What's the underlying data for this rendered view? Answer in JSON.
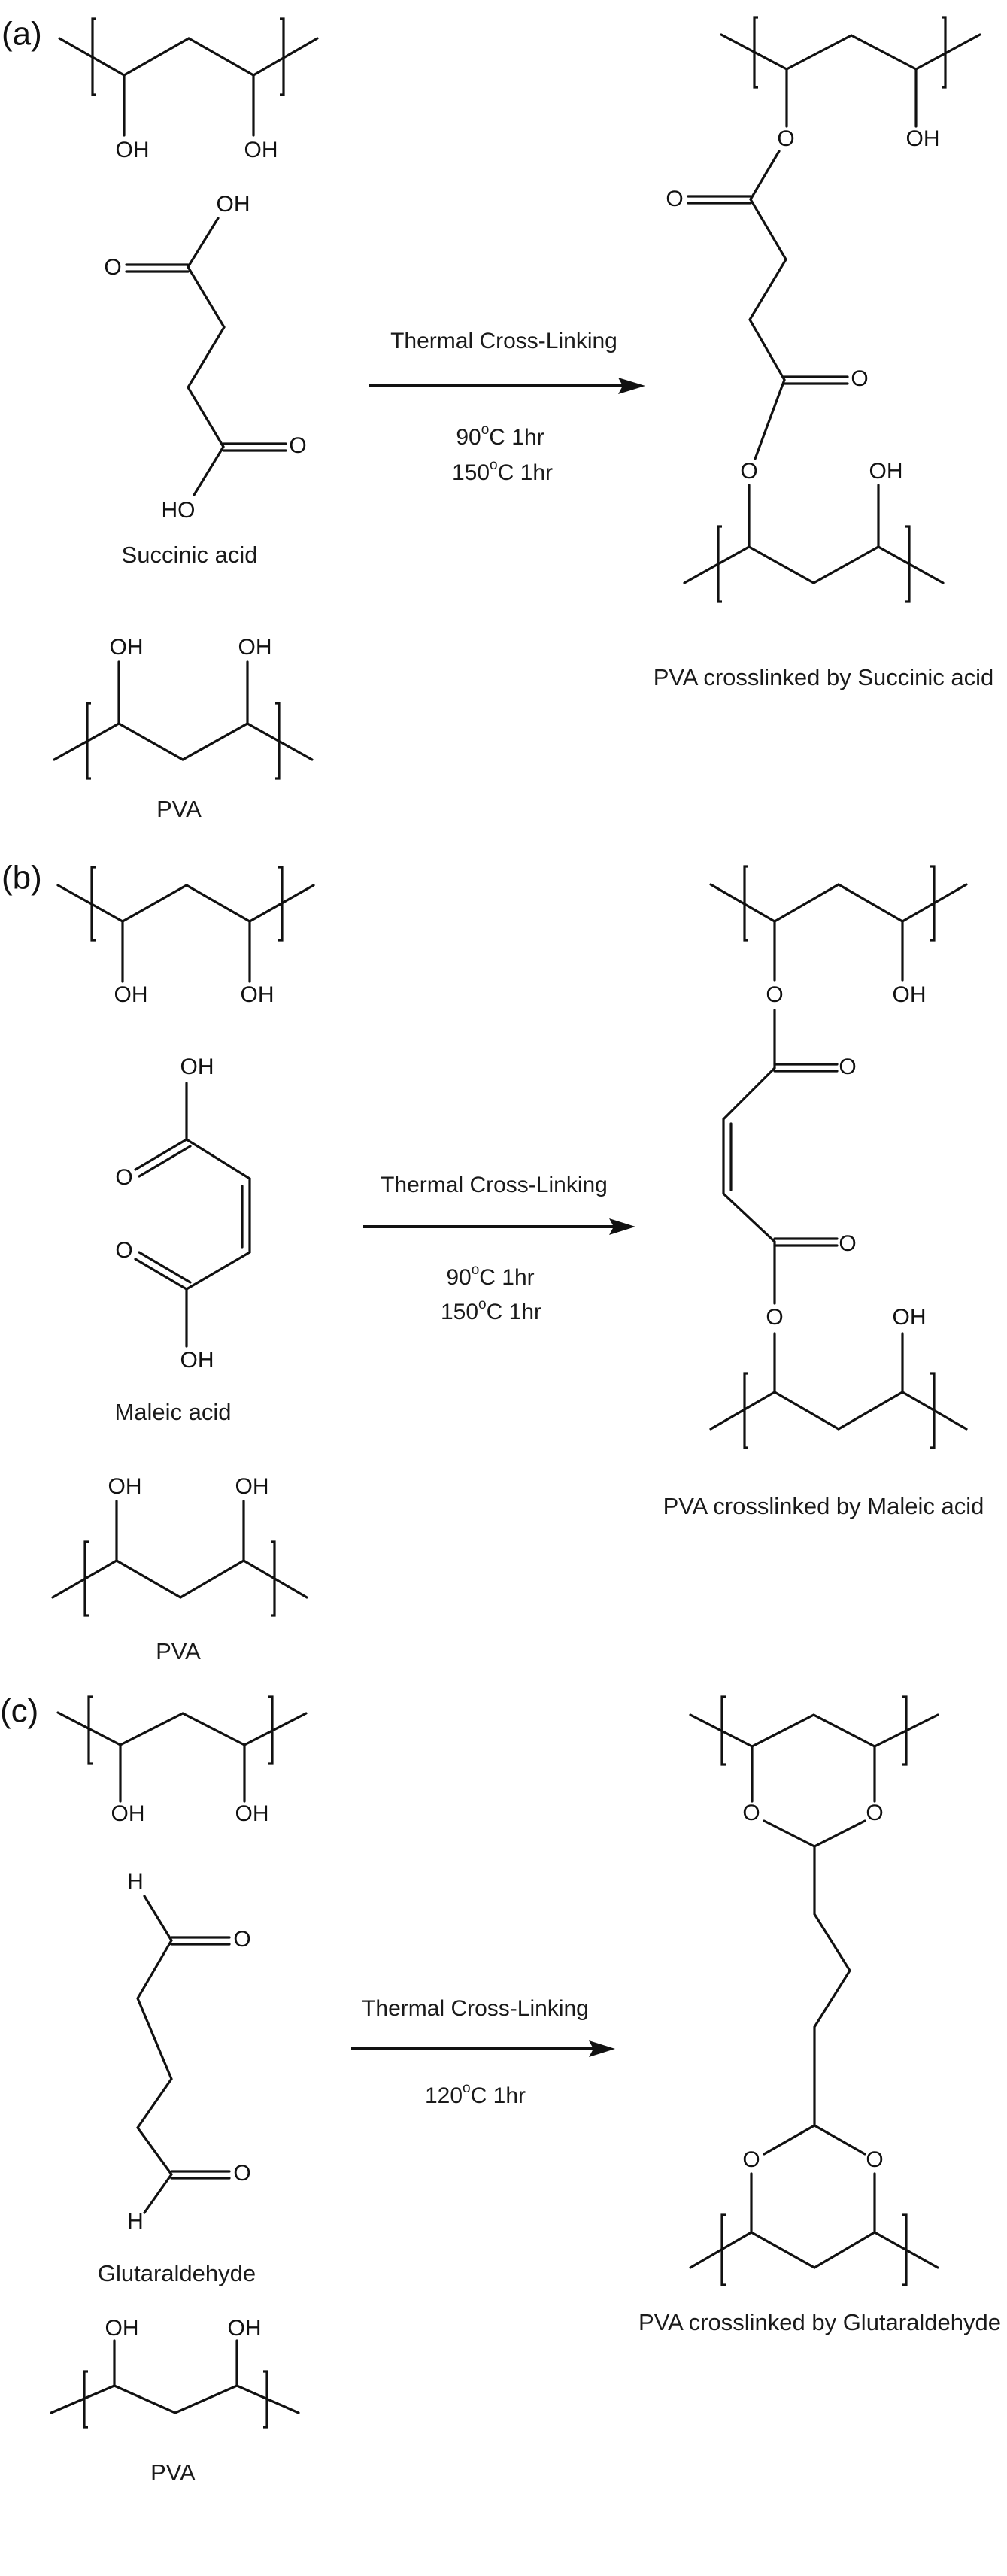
{
  "figure": {
    "panels": [
      {
        "id": "a",
        "label": "(a)",
        "reactants": {
          "pva_top": {
            "oh_labels": [
              "OH",
              "OH"
            ]
          },
          "crosslinker": {
            "name": "Succinic acid",
            "atoms": {
              "oh_top": "OH",
              "o_top": "O",
              "o_bottom": "O",
              "ho_bottom": "HO"
            }
          },
          "pva_bottom": {
            "oh_labels": [
              "OH",
              "OH"
            ],
            "name": "PVA"
          }
        },
        "conditions": {
          "title": "Thermal Cross-Linking",
          "steps": [
            {
              "temp": "90",
              "unit": "C",
              "time": "1hr"
            },
            {
              "temp": "150",
              "unit": "C",
              "time": "1hr"
            }
          ]
        },
        "product": {
          "name": "PVA crosslinked by Succinic acid",
          "atoms": {
            "o_ester_top": "O",
            "oh_top": "OH",
            "o_carbonyl_top": "O",
            "o_carbonyl_bottom": "O",
            "o_ester_bottom": "O",
            "oh_bottom": "OH"
          }
        }
      },
      {
        "id": "b",
        "label": "(b)",
        "reactants": {
          "pva_top": {
            "oh_labels": [
              "OH",
              "OH"
            ]
          },
          "crosslinker": {
            "name": "Maleic acid",
            "atoms": {
              "oh_top": "OH",
              "o_top": "O",
              "o_bottom": "O",
              "oh_bottom": "OH"
            }
          },
          "pva_bottom": {
            "oh_labels": [
              "OH",
              "OH"
            ],
            "name": "PVA"
          }
        },
        "conditions": {
          "title": "Thermal Cross-Linking",
          "steps": [
            {
              "temp": "90",
              "unit": "C",
              "time": "1hr"
            },
            {
              "temp": "150",
              "unit": "C",
              "time": "1hr"
            }
          ]
        },
        "product": {
          "name": "PVA crosslinked by Maleic acid",
          "atoms": {
            "o_ester_top": "O",
            "oh_top": "OH",
            "o_carbonyl_top": "O",
            "o_carbonyl_bottom": "O",
            "o_ester_bottom": "O",
            "oh_bottom": "OH"
          }
        }
      },
      {
        "id": "c",
        "label": "(c)",
        "reactants": {
          "pva_top": {
            "oh_labels": [
              "OH",
              "OH"
            ]
          },
          "crosslinker": {
            "name": "Glutaraldehyde",
            "atoms": {
              "h_top": "H",
              "o_top": "O",
              "o_bottom": "O",
              "h_bottom": "H"
            }
          },
          "pva_bottom": {
            "oh_labels": [
              "OH",
              "OH"
            ],
            "name": "PVA"
          }
        },
        "conditions": {
          "title": "Thermal Cross-Linking",
          "steps": [
            {
              "temp": "120",
              "unit": "C",
              "time": "1hr"
            }
          ]
        },
        "product": {
          "name": "PVA crosslinked by Glutaraldehyde",
          "atoms": {
            "o_ring_top_left": "O",
            "o_ring_top_right": "O",
            "o_ring_bottom_left": "O",
            "o_ring_bottom_right": "O"
          }
        }
      }
    ],
    "degree_symbol": "o",
    "colors": {
      "ink": "#111111",
      "background": "#ffffff"
    }
  }
}
